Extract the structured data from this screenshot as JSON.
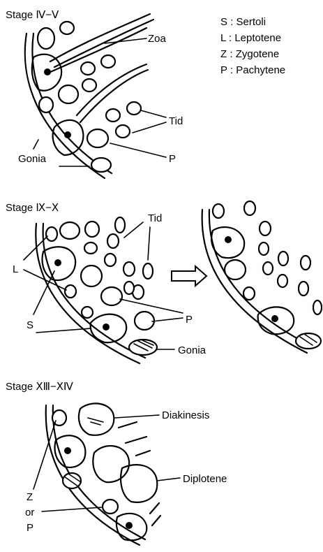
{
  "stages": [
    {
      "title": "Stage Ⅳ−Ⅴ"
    },
    {
      "title": "Stage Ⅸ−Ⅹ"
    },
    {
      "title": "Stage ⅩⅢ−ⅩⅣ"
    }
  ],
  "legend": [
    {
      "key": "S",
      "sep": ":",
      "name": "Sertoli"
    },
    {
      "key": "L",
      "sep": ":",
      "name": "Leptotene"
    },
    {
      "key": "Z",
      "sep": ":",
      "name": "Zygotene"
    },
    {
      "key": "P",
      "sep": ":",
      "name": "Pachytene"
    }
  ],
  "labels": {
    "s1_zoa": "Zoa",
    "s1_tid": "Tid",
    "s1_p": "P",
    "s1_gonia": "Gonia",
    "s2_tid": "Tid",
    "s2_l": "L",
    "s2_s": "S",
    "s2_p": "P",
    "s2_gonia": "Gonia",
    "s3_diakinesis": "Diakinesis",
    "s3_diplotene": "Diplotene",
    "s3_z": "Z",
    "s3_or": "or",
    "s3_p": "P"
  },
  "arrow": "→"
}
